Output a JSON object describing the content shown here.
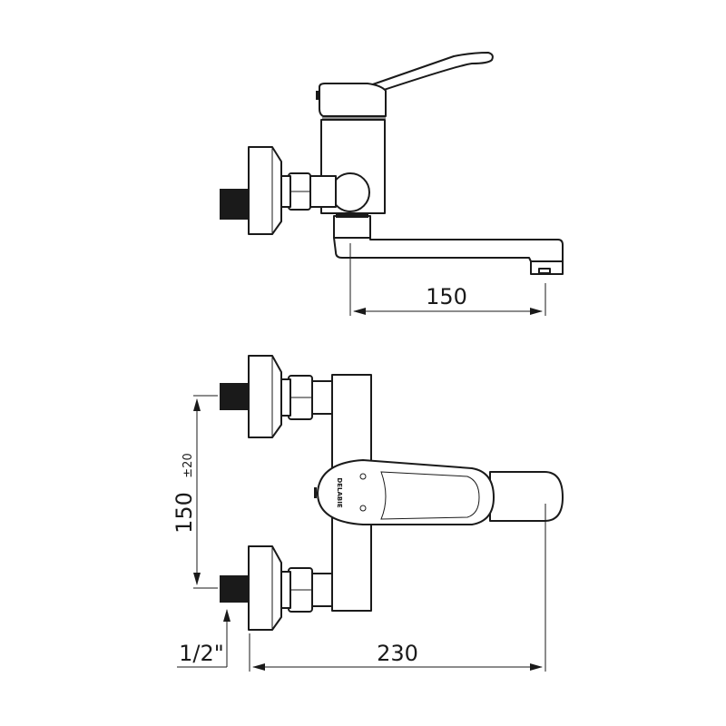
{
  "diagram": {
    "subject": "wall-mounted single-lever mixer tap, technical drawing",
    "brand_logo": "DELABIE",
    "colors": {
      "line": "#1a1a1a",
      "background": "#ffffff"
    },
    "side_view": {
      "dimension_spout_reach": {
        "label": "150",
        "unit": "mm"
      }
    },
    "front_view": {
      "dimension_inlet_spacing": {
        "label": "150",
        "tolerance": "±20",
        "unit": "mm"
      },
      "dimension_overall_width": {
        "label": "230",
        "unit": "mm"
      },
      "dimension_thread": {
        "label": "1/2\""
      }
    }
  }
}
